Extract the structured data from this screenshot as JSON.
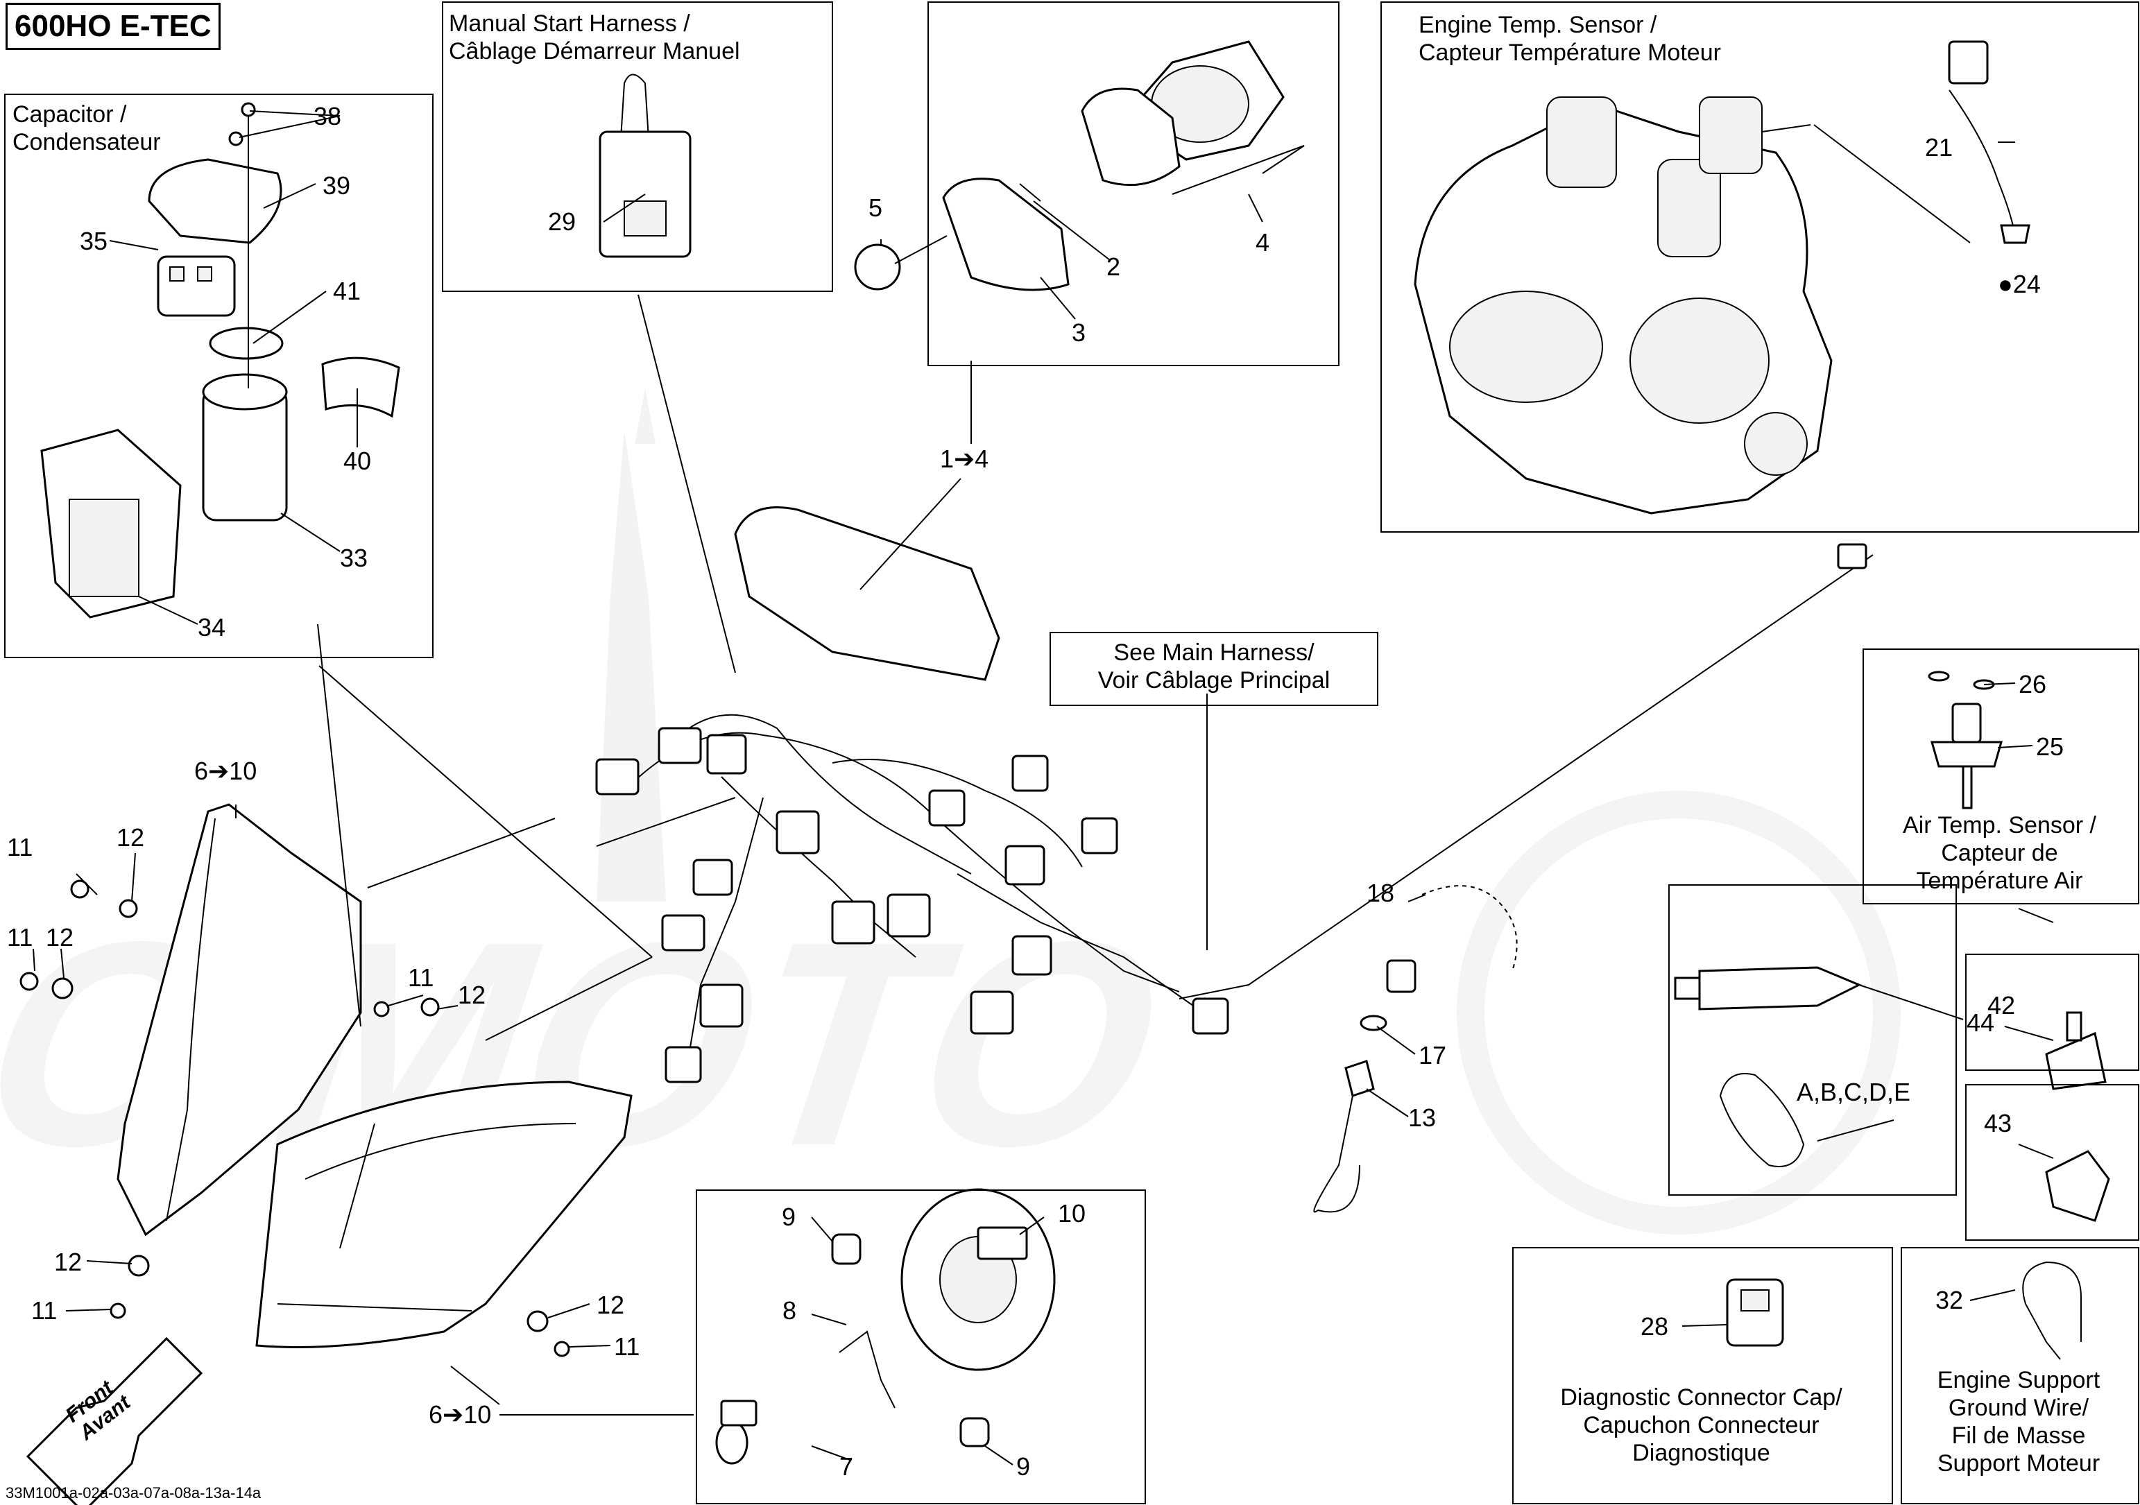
{
  "model_title": "600HO E-TEC",
  "document_code": "33M1001a-02a-03a-07a-08a-13a-14a",
  "watermark": "ACIMOTO",
  "boxes": {
    "capacitor": "Capacitor /\nCondensateur",
    "manual_start": "Manual Start Harness /\nCâblage Démarreur Manuel",
    "engine_temp": "Engine Temp. Sensor /\nCapteur Température Moteur",
    "main_harness": "See Main Harness/\nVoir Câblage Principal",
    "air_temp": "Air Temp. Sensor /\nCapteur de\nTempérature Air",
    "diagnostic": "Diagnostic Connector Cap/\nCapuchon Connecteur\nDiagnostique",
    "ground_wire": "Engine Support\nGround Wire/\nFil de Masse\nSupport Moteur"
  },
  "front_arrow": "Front\nAvant",
  "callouts": {
    "c38": "38",
    "c39": "39",
    "c35": "35",
    "c41": "41",
    "c40": "40",
    "c33": "33",
    "c34": "34",
    "c29": "29",
    "c5": "5",
    "c2": "2",
    "c3": "3",
    "c4": "4",
    "c21": "21",
    "c24": "24",
    "c1to4": "1➔4",
    "c26": "26",
    "c25": "25",
    "c6to10_top": "6➔10",
    "c11a": "11",
    "c12a": "12",
    "c11b": "11",
    "c12b": "12",
    "c11c": "11",
    "c12c": "12",
    "c12d": "12",
    "c11d": "11",
    "c12e": "12",
    "c11e": "11",
    "c18": "18",
    "c17": "17",
    "c13": "13",
    "c42": "42",
    "c44": "44",
    "c43": "43",
    "kit": "A,B,C,D,E",
    "c9a": "9",
    "c10": "10",
    "c8": "8",
    "c7": "7",
    "c9b": "9",
    "c6to10_bottom": "6➔10",
    "c28": "28",
    "c32": "32"
  }
}
